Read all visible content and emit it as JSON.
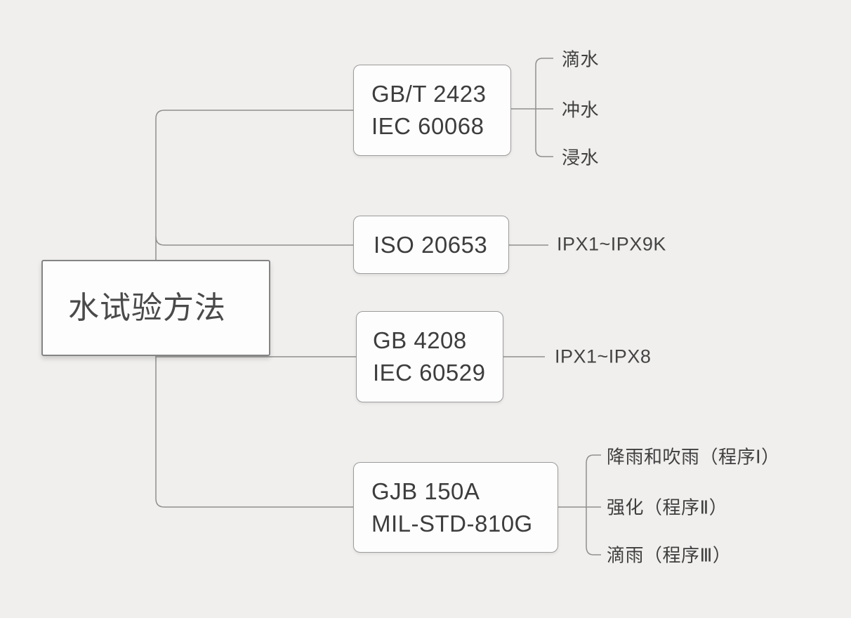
{
  "root": {
    "label": "水试验方法"
  },
  "branches": [
    {
      "id": "gbt2423",
      "lines": [
        "GB/T 2423",
        "IEC 60068"
      ],
      "children": [
        "滴水",
        "冲水",
        "浸水"
      ]
    },
    {
      "id": "iso20653",
      "lines": [
        "ISO 20653"
      ],
      "children": [
        "IPX1~IPX9K"
      ]
    },
    {
      "id": "gb4208",
      "lines": [
        "GB 4208",
        "IEC 60529"
      ],
      "children": [
        "IPX1~IPX8"
      ]
    },
    {
      "id": "gjb150a",
      "lines": [
        "GJB 150A",
        "MIL-STD-810G"
      ],
      "children": [
        "降雨和吹雨（程序Ⅰ）",
        "强化（程序Ⅱ）",
        "滴雨（程序Ⅲ）"
      ]
    }
  ],
  "colors": {
    "background": "#f0efed",
    "node_fill": "#fdfdfd",
    "node_border": "#9c9c9c",
    "root_border": "#848484",
    "connector": "#8f8f8f",
    "text": "#3f3f3f"
  }
}
